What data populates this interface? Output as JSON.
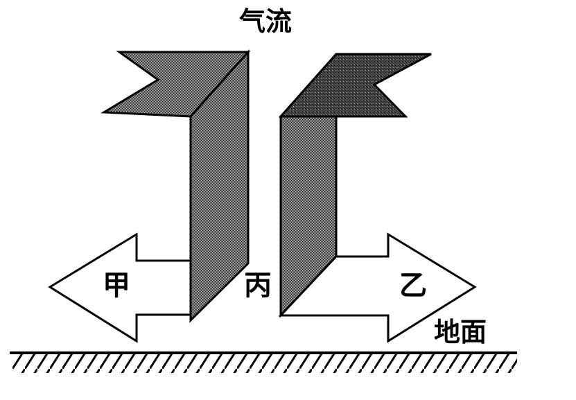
{
  "labels": {
    "airflow": "气流",
    "jia": "甲",
    "bing": "丙",
    "yi": "乙",
    "ground": "地面"
  }
}
